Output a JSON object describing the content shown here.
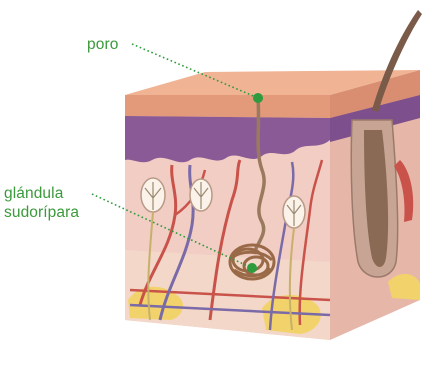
{
  "labels": {
    "pore": "poro",
    "gland_line1": "glándula",
    "gland_line2": "sudorípara"
  },
  "colors": {
    "label_green": "#3b9a3b",
    "marker_green": "#2e9b3e",
    "epidermis": "#e8a98a",
    "dermis": "#f1cdc4",
    "hypodermis": "#f3d7c9",
    "purple_layer": "#8a5a96",
    "fat": "#f2d36b",
    "vessel_red": "#c9534a",
    "vessel_blue": "#7a6aa8",
    "gland_brown": "#9a6a48",
    "hair": "#8a6a55"
  }
}
